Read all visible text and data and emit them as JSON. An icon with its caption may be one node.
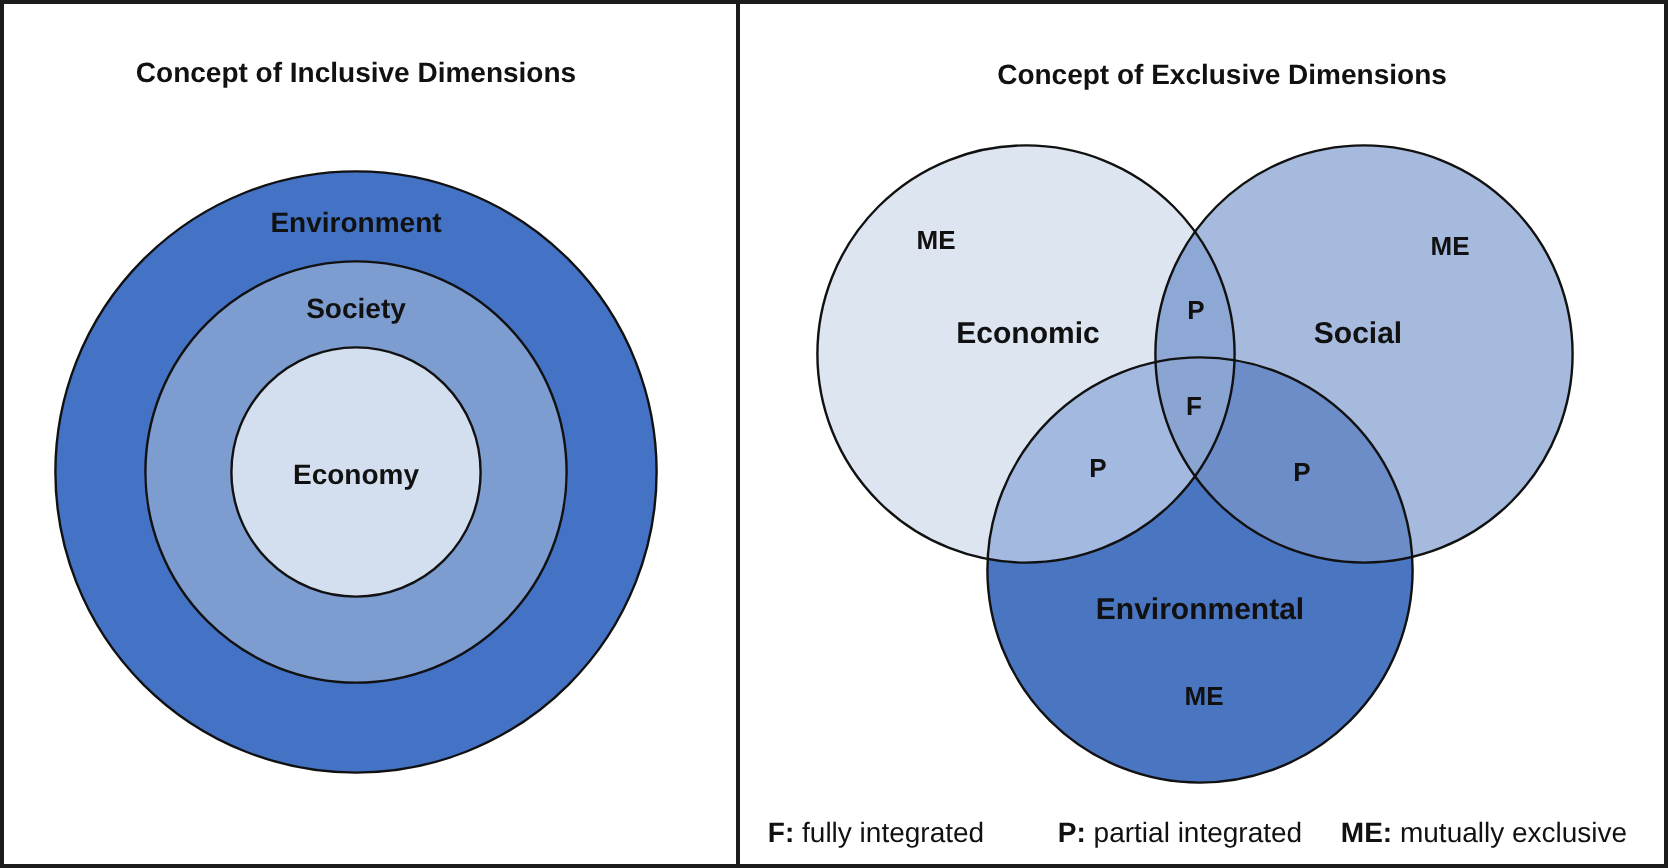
{
  "diagram": {
    "nodes": [
      {
        "text": [
          "Concept of Inclusive Dimensions"
        ]
      },
      {
        "text": [
          "Environment"
        ],
        "in": 0
      },
      {
        "text": [
          "Society"
        ],
        "in": 1
      },
      {
        "text": [
          "Economy"
        ],
        "in": 2
      },
      {
        "text": [
          "Concept of Exclusive Dimensions"
        ]
      },
      {
        "text": [
          "Economic"
        ],
        "in": 4
      },
      {
        "text": [
          "Social"
        ],
        "in": 4
      },
      {
        "text": [
          "Environmental"
        ],
        "in": 4
      }
    ],
    "labels": [
      "ME",
      "ME",
      "P",
      "F",
      "P",
      "P",
      "ME",
      "**F:** fully integrated",
      "**P:** partial integrated",
      "**ME:** mutually exclusive"
    ]
  }
}
